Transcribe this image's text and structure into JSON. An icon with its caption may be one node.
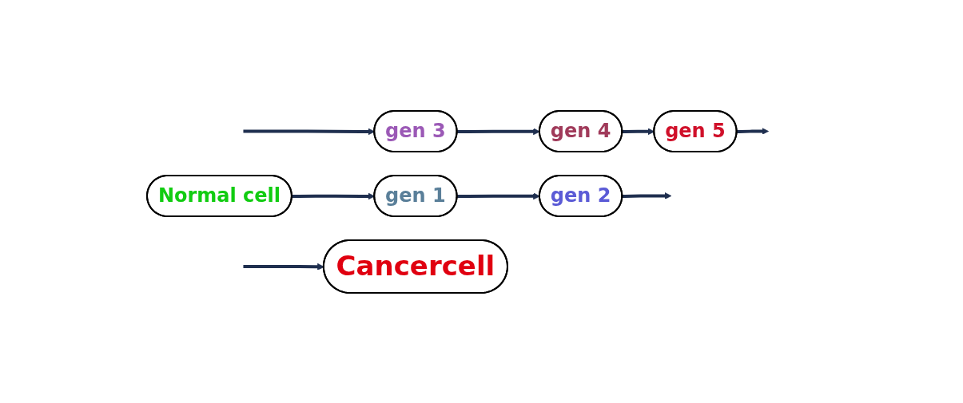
{
  "diagram": {
    "nodes": [
      {
        "text": [
          "Normal cell"
        ]
      },
      {
        "text": [
          "gen 1"
        ]
      },
      {
        "text": [
          "gen 2"
        ]
      },
      {
        "text": [
          "gen 3"
        ]
      },
      {
        "text": [
          "gen 4"
        ]
      },
      {
        "text": [
          "gen 5"
        ]
      },
      {
        "text": [
          "Cancercell"
        ]
      }
    ],
    "edges": [
      {
        "from": 0,
        "to": 1,
        "arrow": "to"
      },
      {
        "from": 1,
        "to": 2,
        "arrow": "to"
      },
      {
        "from": 2,
        "to": null,
        "arrow": "to"
      },
      {
        "from": null,
        "to": 3,
        "arrow": "to"
      },
      {
        "from": 3,
        "to": 4,
        "arrow": "to"
      },
      {
        "from": 4,
        "to": 5,
        "arrow": "to"
      },
      {
        "from": 5,
        "to": null,
        "arrow": "to"
      },
      {
        "from": null,
        "to": 6,
        "arrow": "to"
      }
    ]
  }
}
